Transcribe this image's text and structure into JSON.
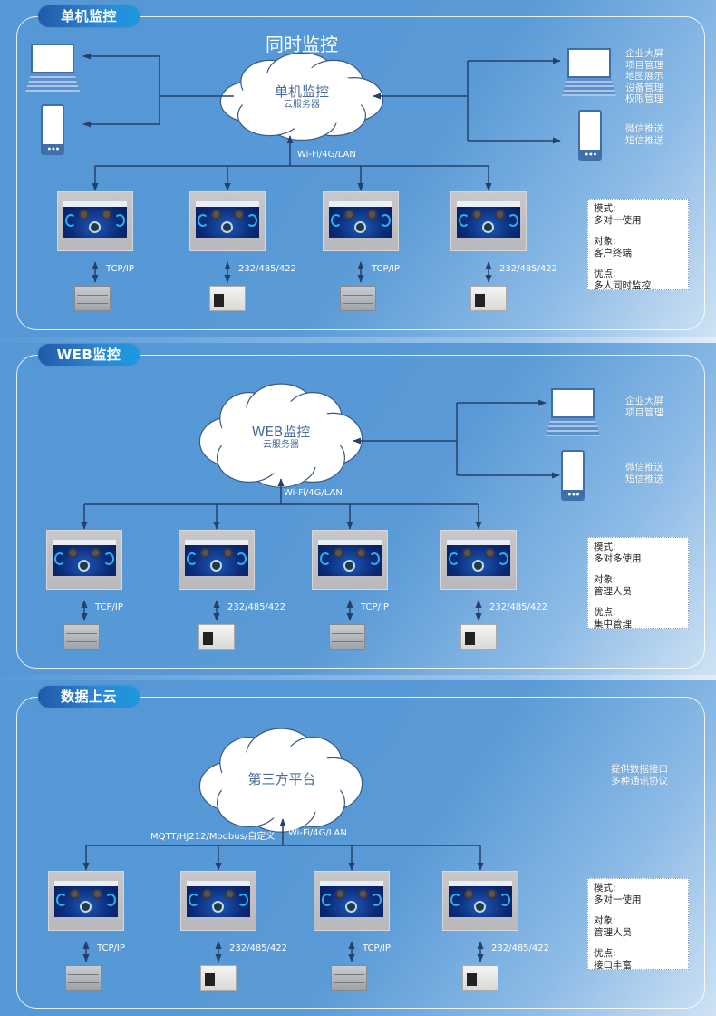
{
  "sections": [
    {
      "title": "单机监控",
      "heading": "同时监控",
      "cloud": {
        "title": "单机监控",
        "subtitle": "云服务器"
      },
      "uplink_label": "Wi-Fi/4G/LAN",
      "left_clients": [
        "laptop",
        "phone"
      ],
      "right_clients": [
        {
          "device": "laptop",
          "features": [
            "企业大屏",
            "项目管理",
            "地图展示",
            "设备管理",
            "权限管理"
          ]
        },
        {
          "device": "phone",
          "features": [
            "微信推送",
            "短信推送"
          ]
        }
      ],
      "nodes": [
        {
          "hmi": "HMI 触摸屏",
          "link": "TCP/IP",
          "plc": "grey"
        },
        {
          "hmi": "HMI 触摸屏",
          "link": "232/485/422",
          "plc": "white"
        },
        {
          "hmi": "HMI 触摸屏",
          "link": "TCP/IP",
          "plc": "grey"
        },
        {
          "hmi": "HMI 触摸屏",
          "link": "232/485/422",
          "plc": "white"
        }
      ],
      "info": {
        "mode_label": "模式:",
        "mode": "多对一使用",
        "target_label": "对象:",
        "target": "客户终端",
        "advantage_label": "优点:",
        "advantage": "多人同时监控"
      }
    },
    {
      "title": "WEB监控",
      "cloud": {
        "title": "WEB监控",
        "subtitle": "云服务器"
      },
      "uplink_label": "Wi-Fi/4G/LAN",
      "right_clients": [
        {
          "device": "laptop",
          "features": [
            "企业大屏",
            "项目管理"
          ]
        },
        {
          "device": "phone",
          "features": [
            "微信推送",
            "短信推送"
          ]
        }
      ],
      "nodes": [
        {
          "hmi": "HMI 触摸屏",
          "link": "TCP/IP",
          "plc": "grey"
        },
        {
          "hmi": "HMI 触摸屏",
          "link": "232/485/422",
          "plc": "white"
        },
        {
          "hmi": "HMI 触摸屏",
          "link": "TCP/IP",
          "plc": "grey"
        },
        {
          "hmi": "HMI 触摸屏",
          "link": "232/485/422",
          "plc": "white"
        }
      ],
      "info": {
        "mode_label": "模式:",
        "mode": "多对多使用",
        "target_label": "对象:",
        "target": "管理人员",
        "advantage_label": "优点:",
        "advantage": "集中管理"
      }
    },
    {
      "title": "数据上云",
      "cloud": {
        "title": "第三方平台"
      },
      "protocol_label": "MQTT/HJ212/Modbus/自定义",
      "uplink_label": "Wi-Fi/4G/LAN",
      "side_note": [
        "提供数据接口",
        "多种通讯协议"
      ],
      "nodes": [
        {
          "hmi": "HMI 触摸屏",
          "link": "TCP/IP",
          "plc": "grey"
        },
        {
          "hmi": "HMI 触摸屏",
          "link": "232/485/422",
          "plc": "white"
        },
        {
          "hmi": "HMI 触摸屏",
          "link": "TCP/IP",
          "plc": "grey"
        },
        {
          "hmi": "HMI 触摸屏",
          "link": "232/485/422",
          "plc": "white"
        }
      ],
      "info": {
        "mode_label": "模式:",
        "mode": "多对一使用",
        "target_label": "对象:",
        "target": "管理人员",
        "advantage_label": "优点:",
        "advantage": "接口丰富"
      }
    }
  ],
  "colors": {
    "background": "#5b9bd5",
    "line": "#24416b",
    "pill": "#1f5aa8",
    "cloud_text": "#4a6a9a"
  }
}
